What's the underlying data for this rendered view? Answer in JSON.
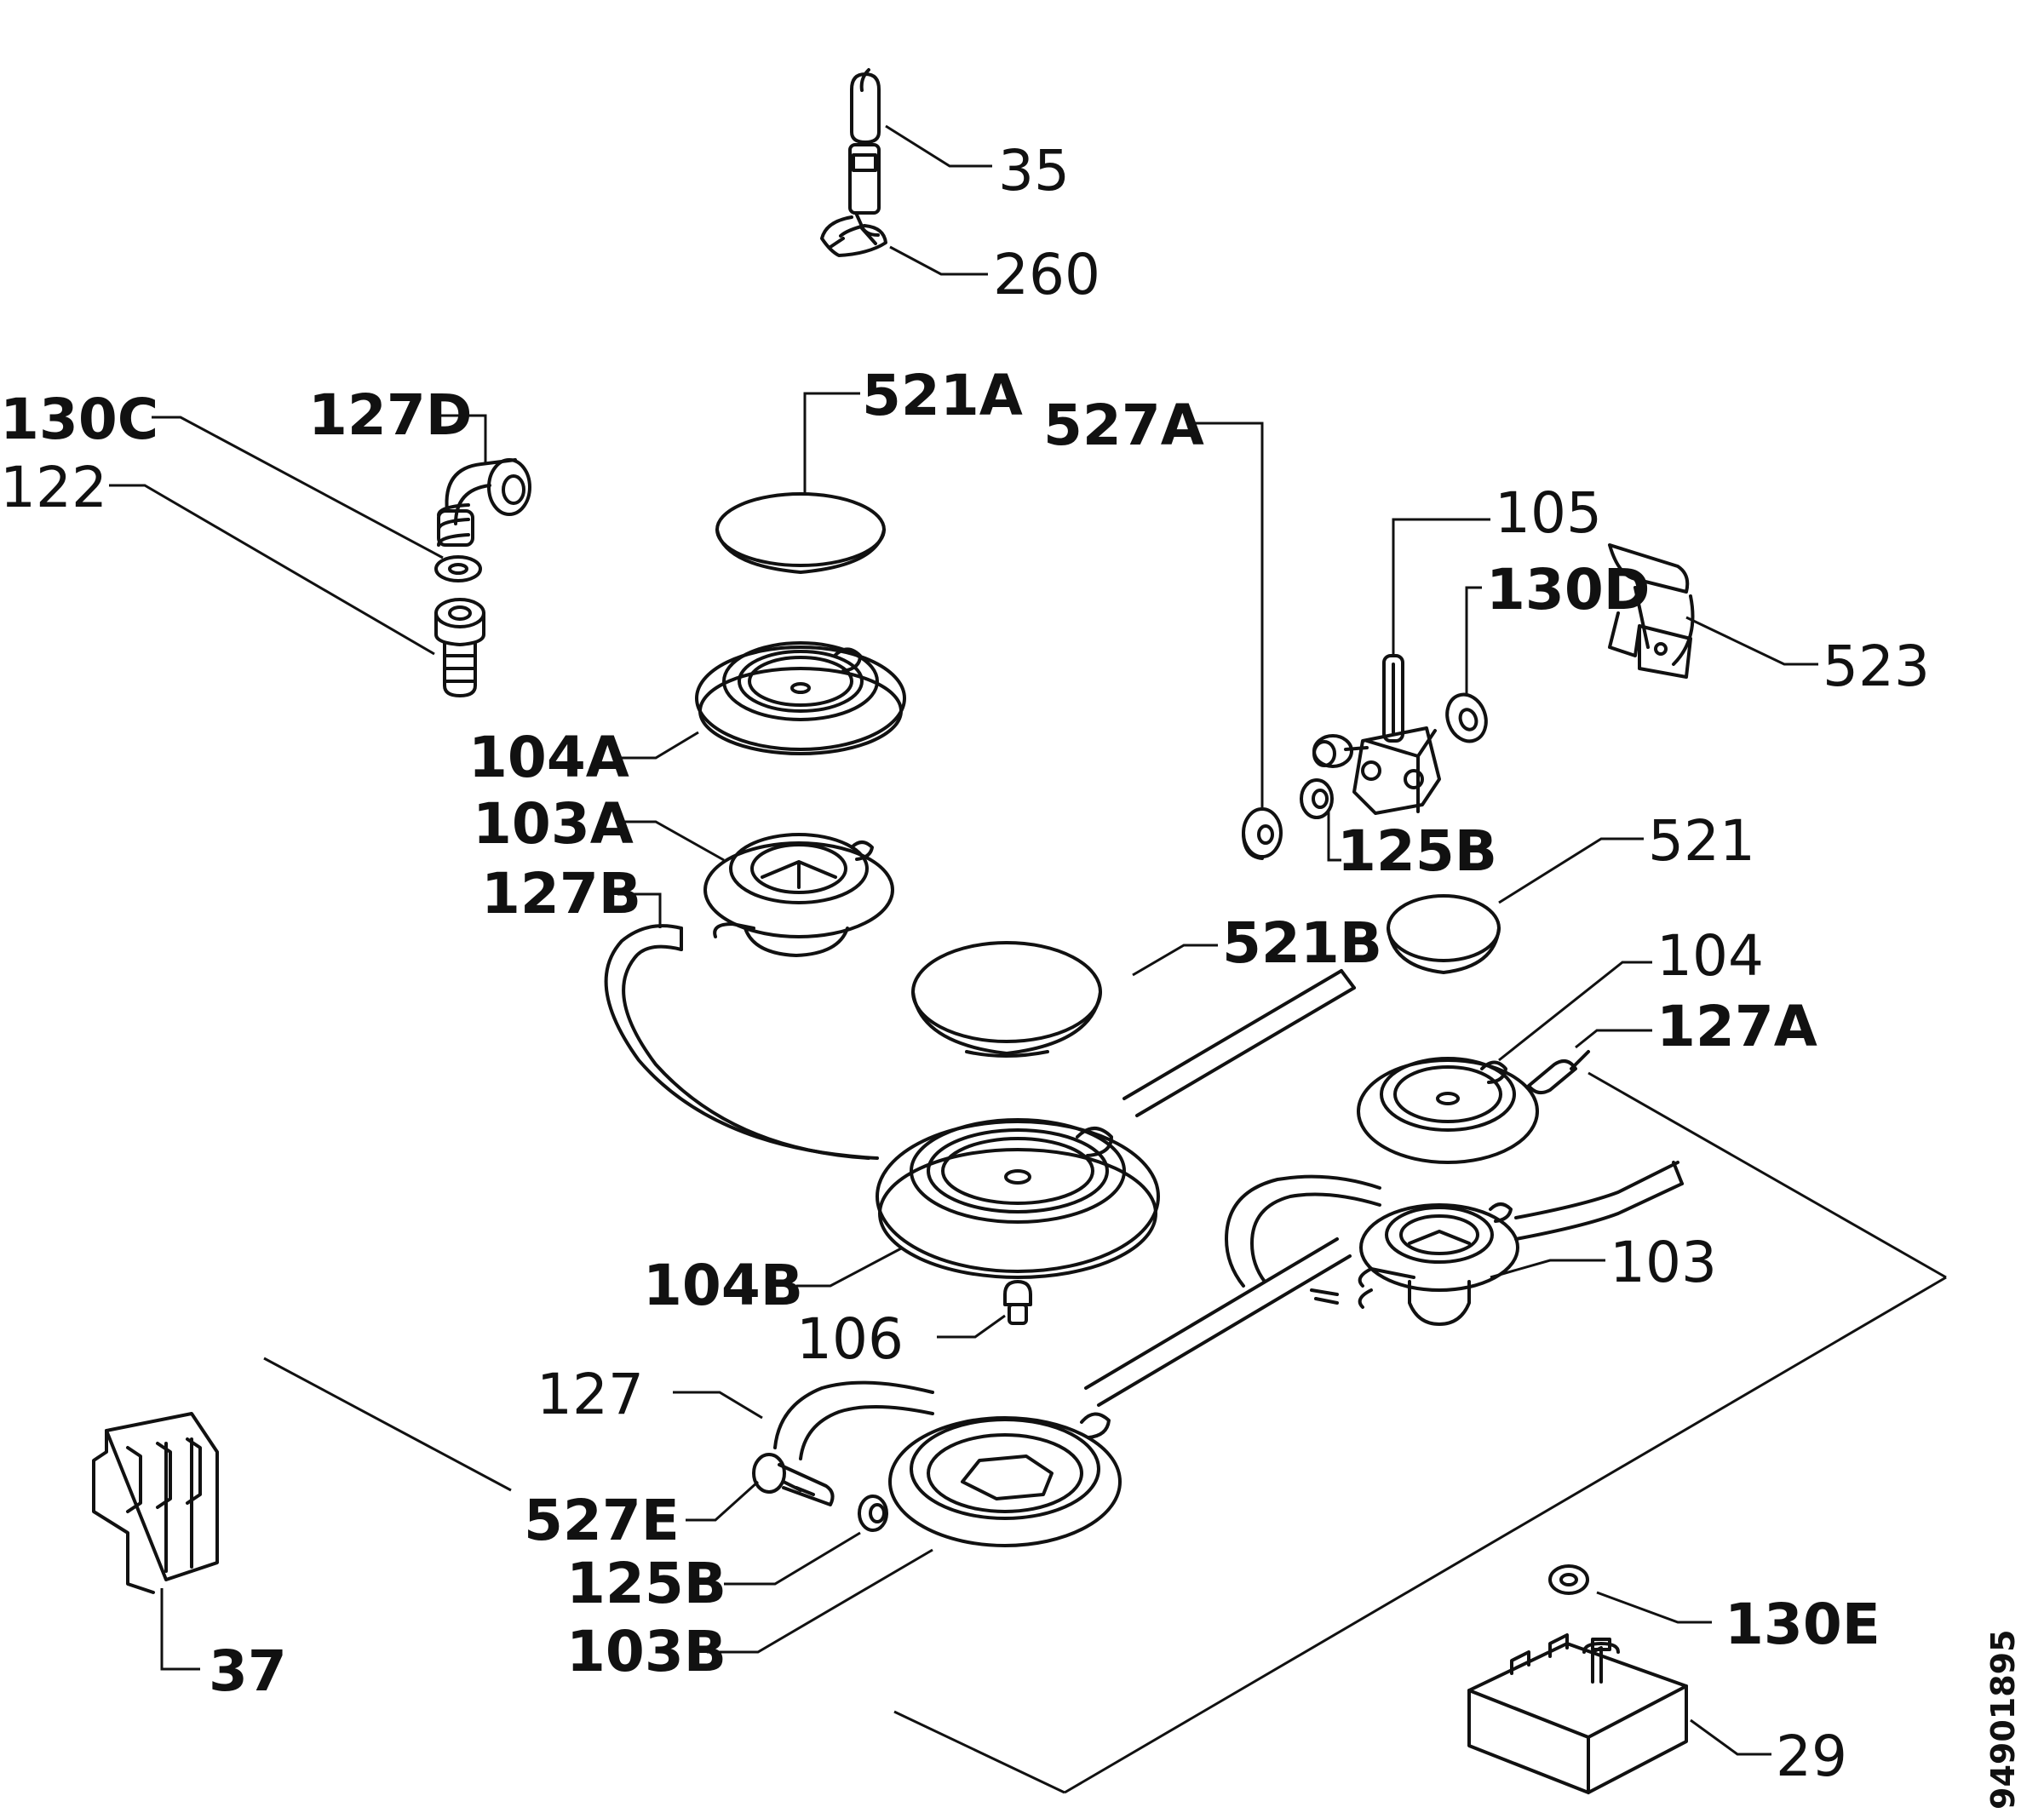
{
  "diagram": {
    "document_code": "94901895",
    "labels": {
      "p35": "35",
      "p260": "260",
      "p130c": "130C",
      "p127d": "127D",
      "p122": "122",
      "p521a": "521A",
      "p527a": "527A",
      "p105": "105",
      "p130d": "130D",
      "p523": "523",
      "p104a": "104A",
      "p103a": "103A",
      "p127b": "127B",
      "p125b_top": "125B",
      "p521": "521",
      "p521b": "521B",
      "p104": "104",
      "p127a": "127A",
      "p104b": "104B",
      "p103": "103",
      "p106": "106",
      "p127": "127",
      "p527e": "527E",
      "p125b_bottom": "125B",
      "p103b": "103B",
      "p37": "37",
      "p130e": "130E",
      "p29": "29"
    }
  }
}
